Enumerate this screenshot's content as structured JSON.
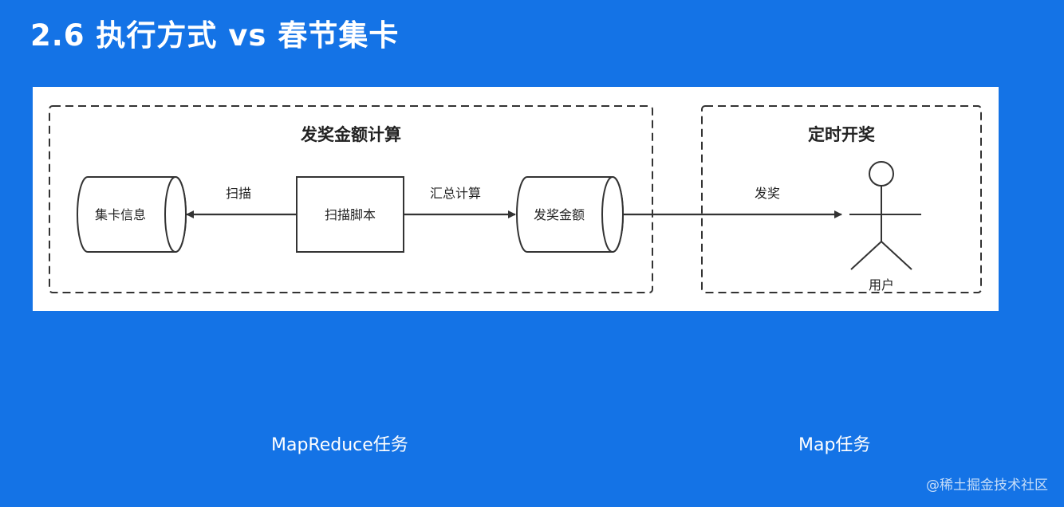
{
  "slide": {
    "title": "2.6 执行方式 vs 春节集卡"
  },
  "diagram": {
    "groups": [
      {
        "id": "calc",
        "label": "发奖金额计算"
      },
      {
        "id": "draw",
        "label": "定时开奖"
      }
    ],
    "nodes": {
      "card_info": "集卡信息",
      "scan_script": "扫描脚本",
      "prize_amount": "发奖金额",
      "user": "用户"
    },
    "edges": {
      "scan": "扫描",
      "aggregate": "汇总计算",
      "award": "发奖"
    }
  },
  "captions": {
    "left": "MapReduce任务",
    "right": "Map任务"
  },
  "footer": {
    "source": "@稀土掘金技术社区"
  },
  "colors": {
    "background": "#1473E6",
    "panel": "#FFFFFF",
    "stroke": "#333333"
  }
}
